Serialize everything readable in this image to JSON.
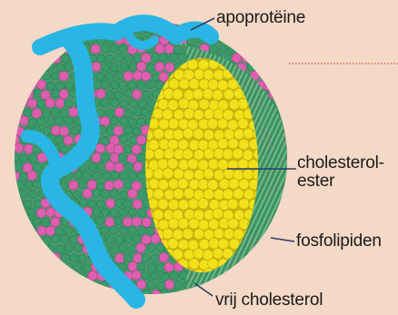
{
  "labels": {
    "apoprotein": "apoprotëine",
    "cholesterol_ester_line1": "cholesterol-",
    "cholesterol_ester_line2": "ester",
    "phospholipids": "fosfolipiden",
    "free_cholesterol": "vrij cholesterol"
  },
  "colors": {
    "background": "#f3d9c6",
    "apoprotein": "#29b6e6",
    "phospholipid_head": "#3a9a6a",
    "free_cholesterol": "#dd5fb0",
    "cholesterol_ester": "#f2e11a",
    "leader_line": "#2b3d6a",
    "dotted_line": "#d84a4a"
  },
  "icons": {
    "particle": "ldl-particle-illustration"
  }
}
